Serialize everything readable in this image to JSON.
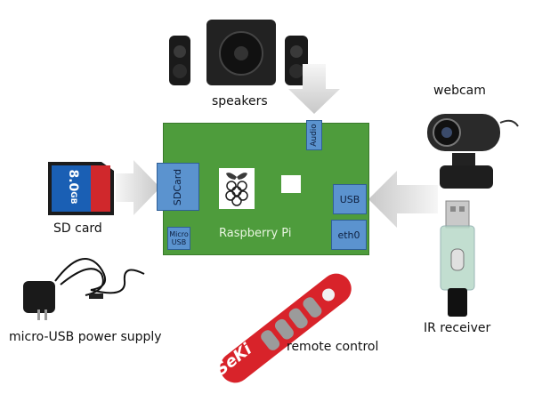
{
  "labels": {
    "speakers": "speakers",
    "webcam": "webcam",
    "sd_card": "SD card",
    "power_supply": "micro-USB power supply",
    "remote_control": "remote control",
    "ir_receiver": "IR receiver"
  },
  "board": {
    "name": "Raspberry Pi",
    "ports": {
      "audio": "Audio",
      "sdcard": "SDCard",
      "micro_usb": "Micro USB",
      "usb": "USB",
      "eth0": "eth0"
    }
  },
  "sd_card_face": {
    "capacity": "8.0",
    "unit": "GB"
  },
  "remote_brand": "SeKi",
  "colors": {
    "board": "#4e9c3c",
    "port": "#5b93cf",
    "arrow": "#d9d9d9",
    "remote": "#d8232a"
  }
}
